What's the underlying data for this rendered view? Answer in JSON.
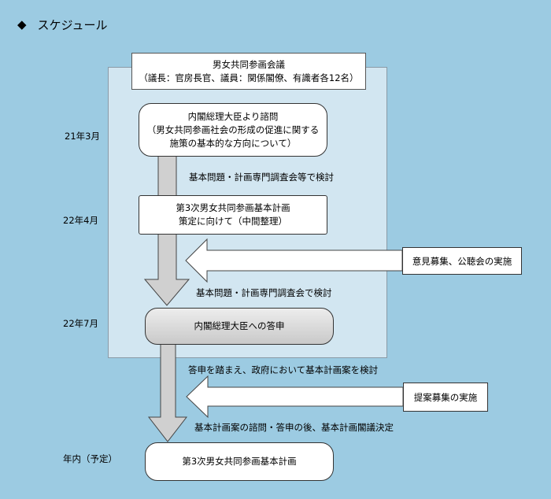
{
  "header": {
    "bullet": "◆",
    "title": "スケジュール"
  },
  "council": {
    "line1": "男女共同参画会議",
    "line2": "（議長：官房長官、議員：関係閣僚、有識者各12名）"
  },
  "steps": [
    {
      "lines": [
        "内閣総理大臣より諮問",
        "（男女共同参画社会の形成の促進に関する",
        "施策の基本的な方向について）"
      ]
    },
    {
      "lines": [
        "第3次男女共同参画基本計画",
        "策定に向けて（中間整理）"
      ]
    },
    {
      "lines": [
        "内閣総理大臣への答申"
      ]
    },
    {
      "lines": [
        "第3次男女共同参画基本計画"
      ]
    }
  ],
  "dates": [
    "21年3月",
    "22年4月",
    "22年7月",
    "年内（予定）"
  ],
  "notes": [
    "基本問題・計画専門調査会等で検討",
    "基本問題・計画専門調査会で検討",
    "答申を踏まえ、政府において基本計画案を検討",
    "基本計画案の諮問・答申の後、基本計画閣議決定"
  ],
  "inputs": [
    "意見募集、公聴会の実施",
    "提案募集の実施"
  ],
  "colors": {
    "background": "#9ccbe2",
    "panel": "#d2e6f1",
    "arrow_fill": "#d0d0d0"
  }
}
